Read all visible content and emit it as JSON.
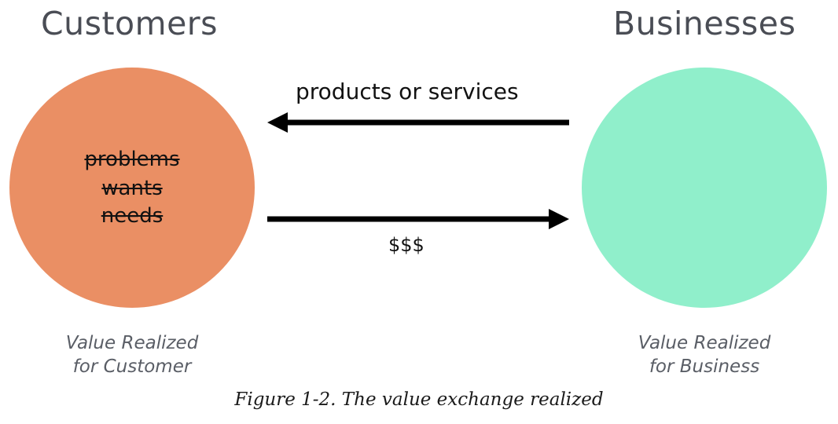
{
  "headings": {
    "customers": "Customers",
    "businesses": "Businesses"
  },
  "customer_needs": [
    "problems",
    "wants",
    "needs"
  ],
  "flows": {
    "to_customers": "products or services",
    "to_businesses": "$$$"
  },
  "value_captions": {
    "customer": [
      "Value Realized",
      "for Customer"
    ],
    "business": [
      "Value Realized",
      "for Business"
    ]
  },
  "figure_caption": "Figure 1-2. The value exchange realized",
  "colors": {
    "customer_circle": "#ea8f64",
    "business_circle": "#90efcb",
    "heading_text": "#4a4d55",
    "arrow": "#000000"
  }
}
